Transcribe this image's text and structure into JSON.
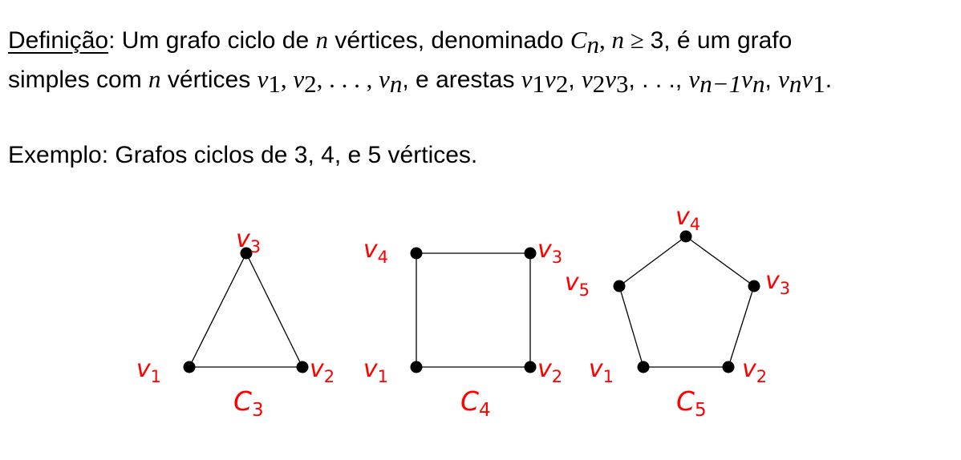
{
  "definition": {
    "term": "Definição",
    "line1": {
      "t1": ": Um grafo ciclo de ",
      "n": "n",
      "t2": " vértices, denominado ",
      "C": "C",
      "Csub": "n",
      "comma": ", ",
      "n2": "n",
      "geq": " ≥ ",
      "t3": "3, é um grafo"
    },
    "line2": {
      "t1": "simples com ",
      "n": "n",
      "t2": " vértices ",
      "vlist": "v",
      "v1sub": "1",
      "sep1": ", ",
      "v2": "v",
      "v2sub": "2",
      "sep2": ", . . . , ",
      "vn": "v",
      "vnsub": "n",
      "t3": ", e arestas ",
      "e1a": "v",
      "e1as": "1",
      "e1b": "v",
      "e1bs": "2",
      "s1": ", ",
      "e2a": "v",
      "e2as": "2",
      "e2b": "v",
      "e2bs": "3",
      "s2": ", . . ., ",
      "e3a": "v",
      "e3as": "n−1",
      "e3b": "v",
      "e3bs": "n",
      "s3": ", ",
      "e4a": "v",
      "e4as": "n",
      "e4b": "v",
      "e4bs": "1",
      "end": "."
    }
  },
  "example": "Exemplo: Grafos ciclos de 3, 4, e 5 vértices.",
  "graphs": [
    {
      "name": "C",
      "sub": "3",
      "vertices": [
        {
          "label": "v",
          "sub": "1"
        },
        {
          "label": "v",
          "sub": "2"
        },
        {
          "label": "v",
          "sub": "3"
        }
      ]
    },
    {
      "name": "C",
      "sub": "4",
      "vertices": [
        {
          "label": "v",
          "sub": "1"
        },
        {
          "label": "v",
          "sub": "2"
        },
        {
          "label": "v",
          "sub": "3"
        },
        {
          "label": "v",
          "sub": "4"
        }
      ]
    },
    {
      "name": "C",
      "sub": "5",
      "vertices": [
        {
          "label": "v",
          "sub": "1"
        },
        {
          "label": "v",
          "sub": "2"
        },
        {
          "label": "v",
          "sub": "3"
        },
        {
          "label": "v",
          "sub": "4"
        },
        {
          "label": "v",
          "sub": "5"
        }
      ]
    }
  ],
  "colors": {
    "label": "#ff0000",
    "edge": "#000000",
    "vertex": "#000000"
  }
}
